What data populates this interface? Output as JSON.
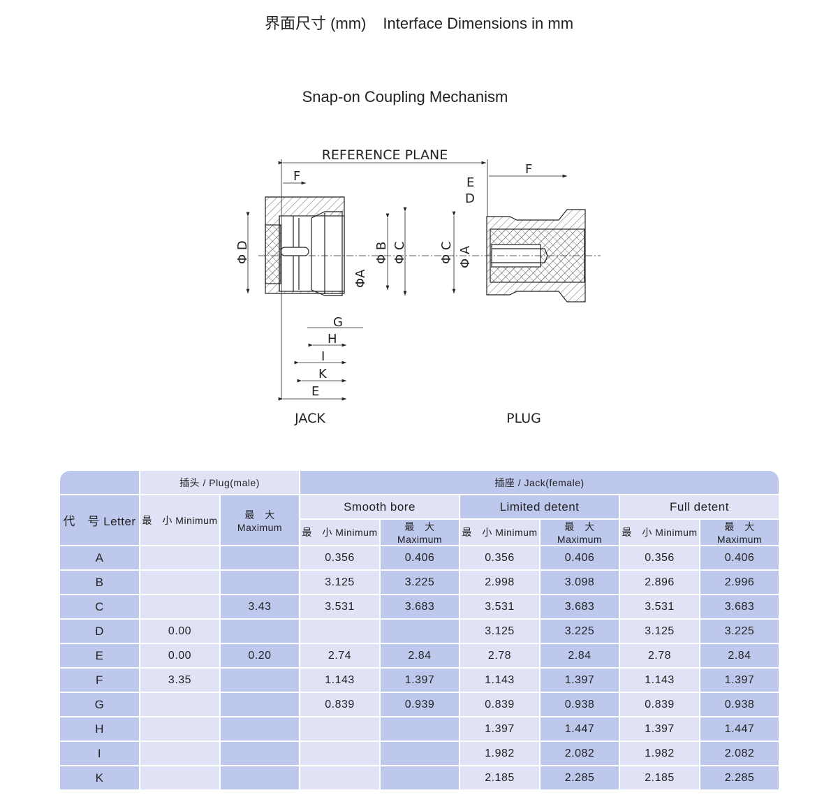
{
  "header": {
    "title_cn": "界面尺寸 (mm)",
    "title_en": "Interface Dimensions in mm",
    "subtitle": "Snap-on Coupling Mechanism"
  },
  "drawing": {
    "reference_plane": "REFERENCE PLANE",
    "jack_label": "JACK",
    "plug_label": "PLUG",
    "jack": {
      "F": "F",
      "D": "Φ D",
      "A": "ΦA",
      "B": "Φ B",
      "C": "Φ C",
      "G": "G",
      "H": "H",
      "I": "I",
      "K": "K",
      "E": "E"
    },
    "plug": {
      "F": "F",
      "E": "E",
      "D": "D",
      "C": "Φ C",
      "A": "Φ A"
    }
  },
  "table": {
    "plug_group": "插头 / Plug(male)",
    "jack_group": "插座 / Jack(female)",
    "letter_header": "代　号 Letter",
    "min": "最　小 Minimum",
    "max": "最　大 Maximum",
    "subgroups": [
      "Smooth bore",
      "Limited detent",
      "Full detent"
    ],
    "rows": [
      [
        "A",
        "",
        "",
        "0.356",
        "0.406",
        "0.356",
        "0.406",
        "0.356",
        "0.406"
      ],
      [
        "B",
        "",
        "",
        "3.125",
        "3.225",
        "2.998",
        "3.098",
        "2.896",
        "2.996"
      ],
      [
        "C",
        "",
        "3.43",
        "3.531",
        "3.683",
        "3.531",
        "3.683",
        "3.531",
        "3.683"
      ],
      [
        "D",
        "0.00",
        "",
        "",
        "",
        "3.125",
        "3.225",
        "3.125",
        "3.225"
      ],
      [
        "E",
        "0.00",
        "0.20",
        "2.74",
        "2.84",
        "2.78",
        "2.84",
        "2.78",
        "2.84"
      ],
      [
        "F",
        "3.35",
        "",
        "1.143",
        "1.397",
        "1.143",
        "1.397",
        "1.143",
        "1.397"
      ],
      [
        "G",
        "",
        "",
        "0.839",
        "0.939",
        "0.839",
        "0.938",
        "0.839",
        "0.938"
      ],
      [
        "H",
        "",
        "",
        "",
        "",
        "1.397",
        "1.447",
        "1.397",
        "1.447"
      ],
      [
        "I",
        "",
        "",
        "",
        "",
        "1.982",
        "2.082",
        "1.982",
        "2.082"
      ],
      [
        "K",
        "",
        "",
        "",
        "",
        "2.185",
        "2.285",
        "2.185",
        "2.285"
      ]
    ]
  }
}
